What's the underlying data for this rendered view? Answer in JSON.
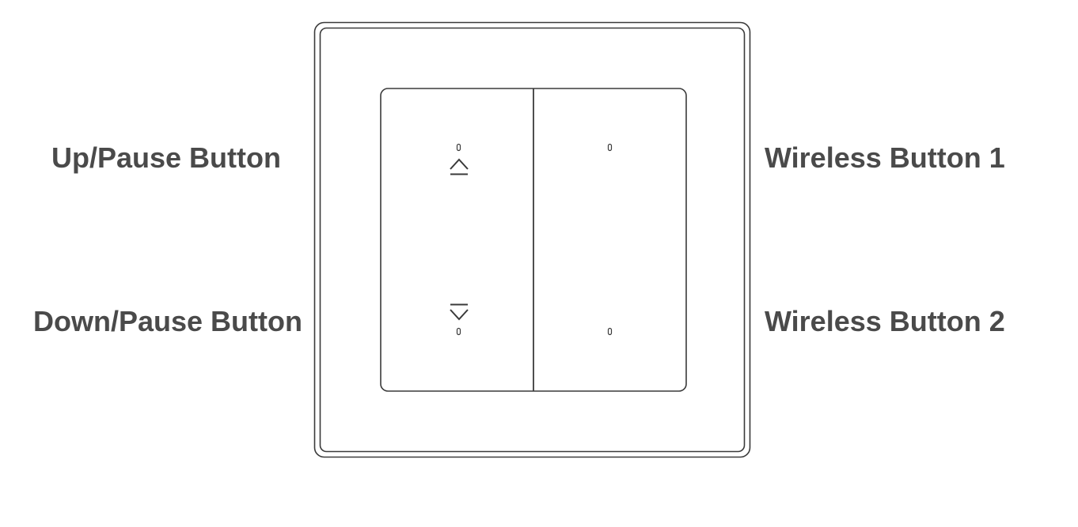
{
  "labels": {
    "up_pause": "Up/Pause Button",
    "down_pause": "Down/Pause Button",
    "wireless_1": "Wireless Button 1",
    "wireless_2": "Wireless Button 2"
  },
  "colors": {
    "label_text": "#4a4a4a",
    "outline": "#3a3a3a",
    "background": "#ffffff"
  },
  "icons": {
    "up": "eject-up-icon",
    "down": "eject-down-icon",
    "indicator": "indicator-led-icon"
  }
}
